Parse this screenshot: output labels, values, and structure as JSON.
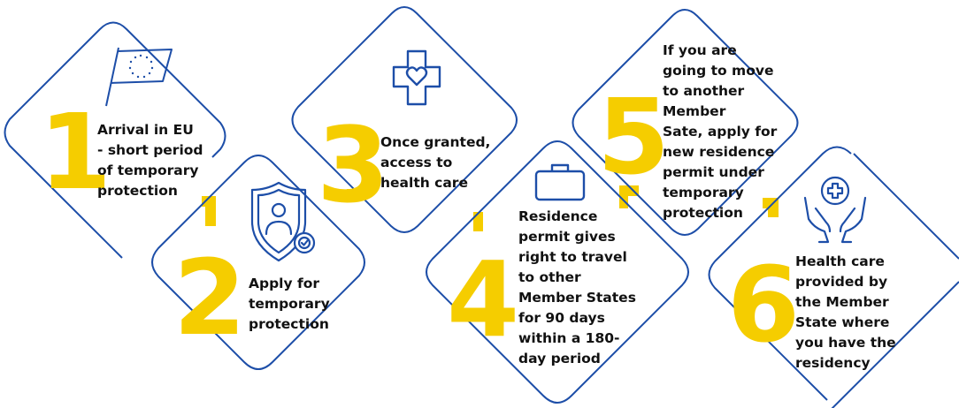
{
  "colors": {
    "outline": "#1D4EA8",
    "accent": "#F5CD00",
    "text": "#111111"
  },
  "steps": [
    {
      "number": "1",
      "icon": "eu-flag-icon",
      "lines": [
        "Arrival in EU",
        "- short period",
        "of temporary",
        "protection"
      ]
    },
    {
      "number": "2",
      "icon": "shield-person-icon",
      "lines": [
        "Apply for",
        "temporary",
        "protection"
      ]
    },
    {
      "number": "3",
      "icon": "medical-cross-heart-icon",
      "lines": [
        "Once granted,",
        "access to",
        "health care"
      ]
    },
    {
      "number": "4",
      "icon": "suitcase-icon",
      "lines": [
        "Residence",
        "permit gives",
        "right to travel",
        "to other",
        "Member States",
        "for 90 days",
        "within a 180-",
        "day period"
      ]
    },
    {
      "number": "5",
      "icon": "",
      "lines": [
        "If you are",
        "going to move",
        "to another",
        "Member",
        "Sate, apply for",
        "new residence",
        "permit under",
        "temporary",
        "protection"
      ]
    },
    {
      "number": "6",
      "icon": "hands-medical-icon",
      "lines": [
        "Health care",
        "provided by",
        "the Member",
        "State where",
        "you have the",
        "residency"
      ]
    }
  ]
}
